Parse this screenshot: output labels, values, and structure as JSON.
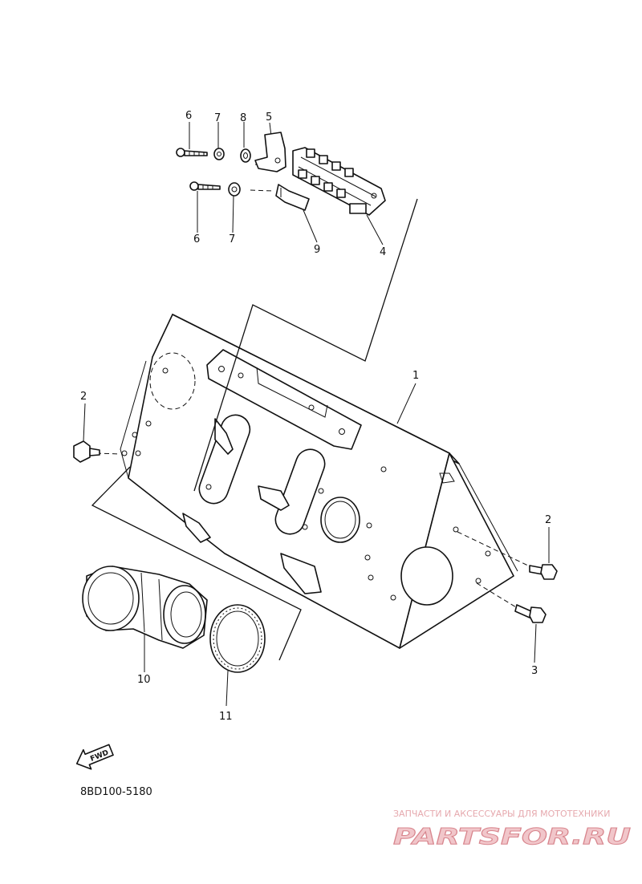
{
  "diagram": {
    "callouts": [
      "1",
      "2",
      "2",
      "3",
      "4",
      "5",
      "6",
      "6",
      "7",
      "7",
      "8",
      "9",
      "10",
      "11"
    ],
    "figure_code": "8BD100-5180",
    "fwd_label": "FWD"
  },
  "watermark": {
    "subtitle": "ЗАПЧАСТИ И АКСЕССУАРЫ ДЛЯ МОТОТЕХНИКИ",
    "logo": "PARTSFOR.RU"
  }
}
